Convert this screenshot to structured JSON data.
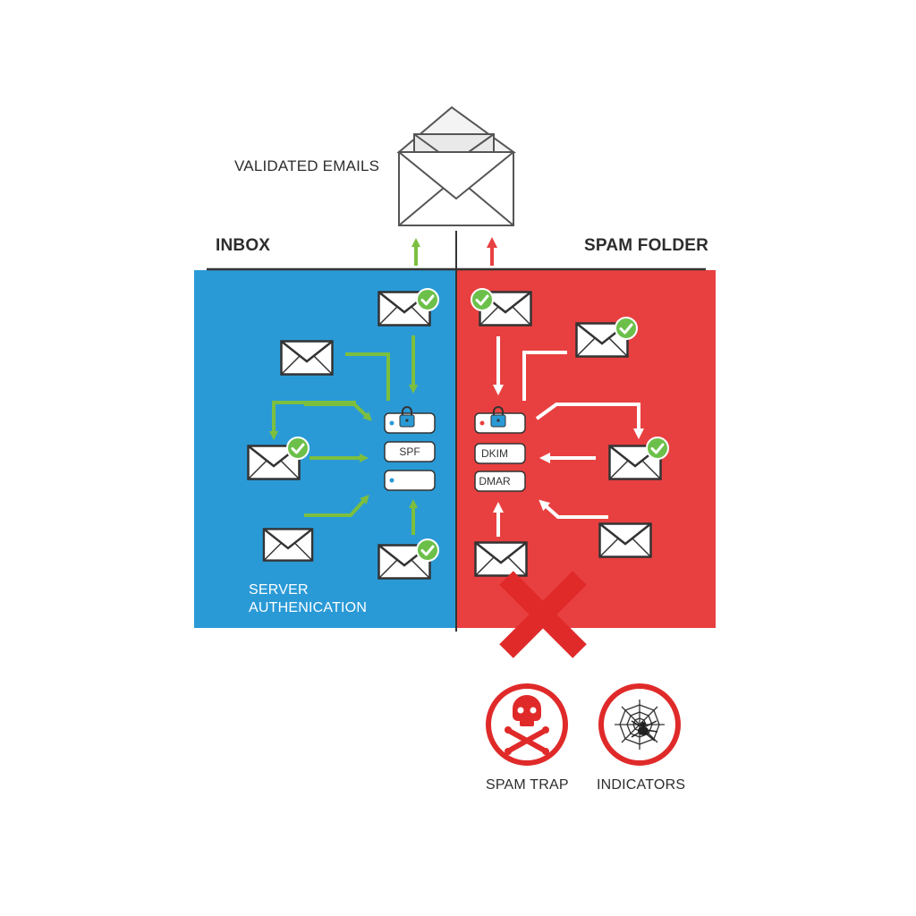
{
  "header": {
    "validated_label": "VALIDATED EMAILS",
    "inbox_label": "INBOX",
    "spam_folder_label": "SPAM FOLDER"
  },
  "inbox_panel": {
    "server_label_line1": "SERVER",
    "server_label_line2": "AUTHENICATION",
    "auth_boxes": [
      "",
      "SPF",
      ""
    ]
  },
  "spam_panel": {
    "auth_boxes": [
      "",
      "DKIM",
      "DMAR"
    ]
  },
  "threats": {
    "spam_trap_label": "SPAM TRAP",
    "indicators_label": "INDICATORS"
  },
  "colors": {
    "inbox_blue": "#2a9ad6",
    "spam_red": "#e84040",
    "accept_green": "#7cbf3f",
    "reject_red": "#e02a2a"
  },
  "icons": [
    "open-envelope-icon",
    "envelope-icon",
    "check-badge-icon",
    "padlock-icon",
    "skull-crossbones-icon",
    "spider-web-icon",
    "x-mark-icon"
  ]
}
